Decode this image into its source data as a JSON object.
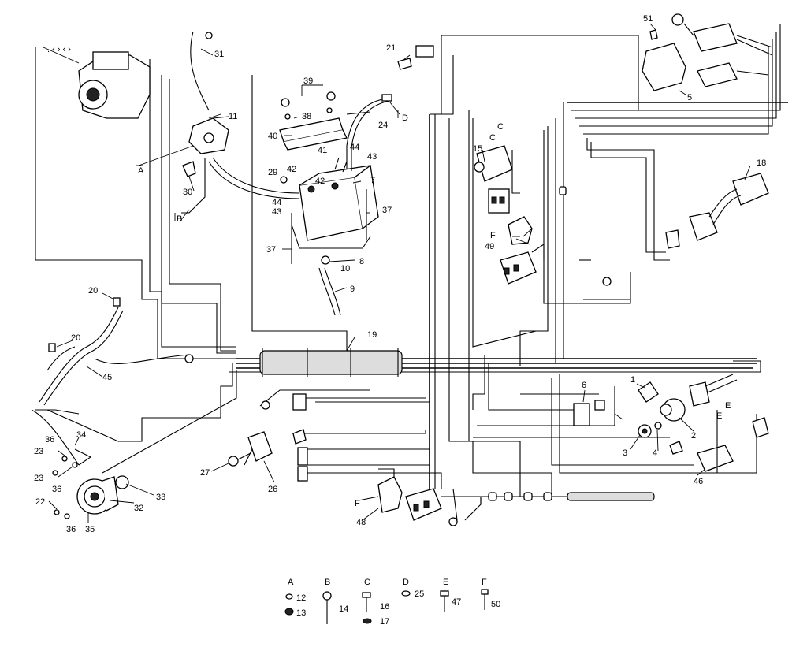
{
  "labels": {
    "n1": "1",
    "n2": "2",
    "n3": "3",
    "n4": "4",
    "n5": "5",
    "n6": "6",
    "n7": "7",
    "n8": "8",
    "n9": "9",
    "n10": "10",
    "n11": "11",
    "n15": "15",
    "n18": "18",
    "n19": "19",
    "n20a": "20",
    "n20b": "20",
    "n21": "21",
    "n22": "22",
    "n23a": "23",
    "n23b": "23",
    "n24": "24",
    "n26": "26",
    "n27": "27",
    "n29": "29",
    "n30": "30",
    "n31": "31",
    "n32": "32",
    "n33": "33",
    "n34": "34",
    "n35": "35",
    "n36a": "36",
    "n36b": "36",
    "n36c": "36",
    "n37a": "37",
    "n37b": "37",
    "n38": "38",
    "n39": "39",
    "n40": "40",
    "n41": "41",
    "n42a": "42",
    "n42b": "42",
    "n43a": "43",
    "n43b": "43",
    "n44a": "44",
    "n44b": "44",
    "n45": "45",
    "n46": "46",
    "n48": "48",
    "n49": "49",
    "n51": "51"
  },
  "connectors": {
    "A": "A",
    "B": "B",
    "C1": "C",
    "C2": "C",
    "D": "D",
    "E1": "E",
    "E2": "E",
    "F1": "F",
    "F2": "F"
  },
  "legend": {
    "A": {
      "letter": "A",
      "items": [
        "12",
        "13"
      ]
    },
    "B": {
      "letter": "B",
      "items": [
        "14"
      ]
    },
    "C": {
      "letter": "C",
      "items": [
        "16",
        "17"
      ]
    },
    "D": {
      "letter": "D",
      "items": [
        "25"
      ]
    },
    "E": {
      "letter": "E",
      "items": [
        "47"
      ]
    },
    "F": {
      "letter": "F",
      "items": [
        "50"
      ]
    }
  }
}
